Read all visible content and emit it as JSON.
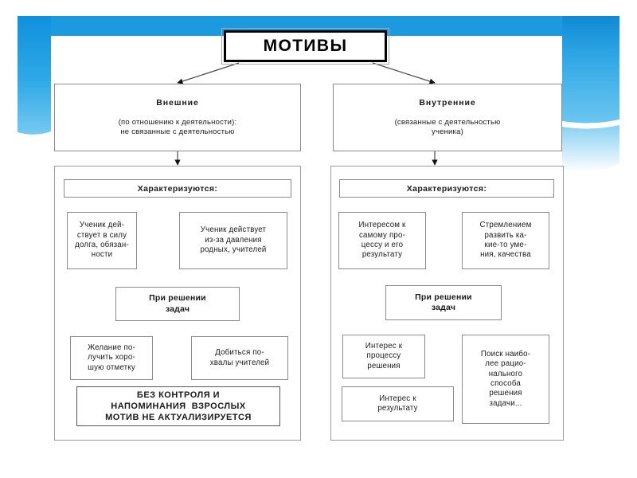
{
  "slide": {
    "theme": {
      "accent_blue": "#1b9ae0",
      "accent_blue_dark": "#0e8ad4",
      "accent_blue_light": "#8ed2f4",
      "box_border": "#8a8a8a",
      "text_color": "#1a1a1a"
    }
  },
  "diagram": {
    "type": "flowchart",
    "title": "МОТИВЫ",
    "branches": [
      {
        "id": "external",
        "heading": "Внешние",
        "subtitle_lines": [
          "(по отношению к деятельности):",
          "не связанные с деятельностью"
        ],
        "characterized_label": "Характеризуются:",
        "characteristics": [
          {
            "lines": [
              "Ученик дей-",
              "ствует в силу",
              "долга, обязан-",
              "ности"
            ]
          },
          {
            "lines": [
              "Ученик действует",
              "из-за давления",
              "родных, учителей"
            ]
          }
        ],
        "solving_label_lines": [
          "При решении",
          "задач"
        ],
        "solving_results": [
          {
            "lines": [
              "Желание по-",
              "лучить хоро-",
              "шую отметку"
            ]
          },
          {
            "lines": [
              "Добиться по-",
              "хвалы учителей"
            ]
          }
        ],
        "conclusion_lines": [
          "БЕЗ КОНТРОЛЯ И",
          "НАПОМИНАНИЯ  ВЗРОСЛЫХ",
          "МОТИВ НЕ АКТУАЛИЗИРУЕТСЯ"
        ]
      },
      {
        "id": "internal",
        "heading": "Внутренние",
        "subtitle_lines": [
          "(связанные с деятельностью",
          "ученика)"
        ],
        "characterized_label": "Характеризуются:",
        "characteristics": [
          {
            "lines": [
              "Интересом к",
              "самому про-",
              "цессу и его",
              "результату"
            ]
          },
          {
            "lines": [
              "Стремлением",
              "развить ка-",
              "кие-то уме-",
              "ния, качества"
            ]
          }
        ],
        "solving_label_lines": [
          "При решении",
          "задач"
        ],
        "solving_results": [
          {
            "lines": [
              "Интерес к",
              "процессу",
              "решения"
            ]
          },
          {
            "lines": [
              "Поиск наибо-",
              "лее рацио-",
              "нального",
              "способа",
              "решения",
              "задачи..."
            ]
          }
        ],
        "extra_result": {
          "lines": [
            "Интерес к",
            "результату"
          ]
        }
      }
    ]
  }
}
